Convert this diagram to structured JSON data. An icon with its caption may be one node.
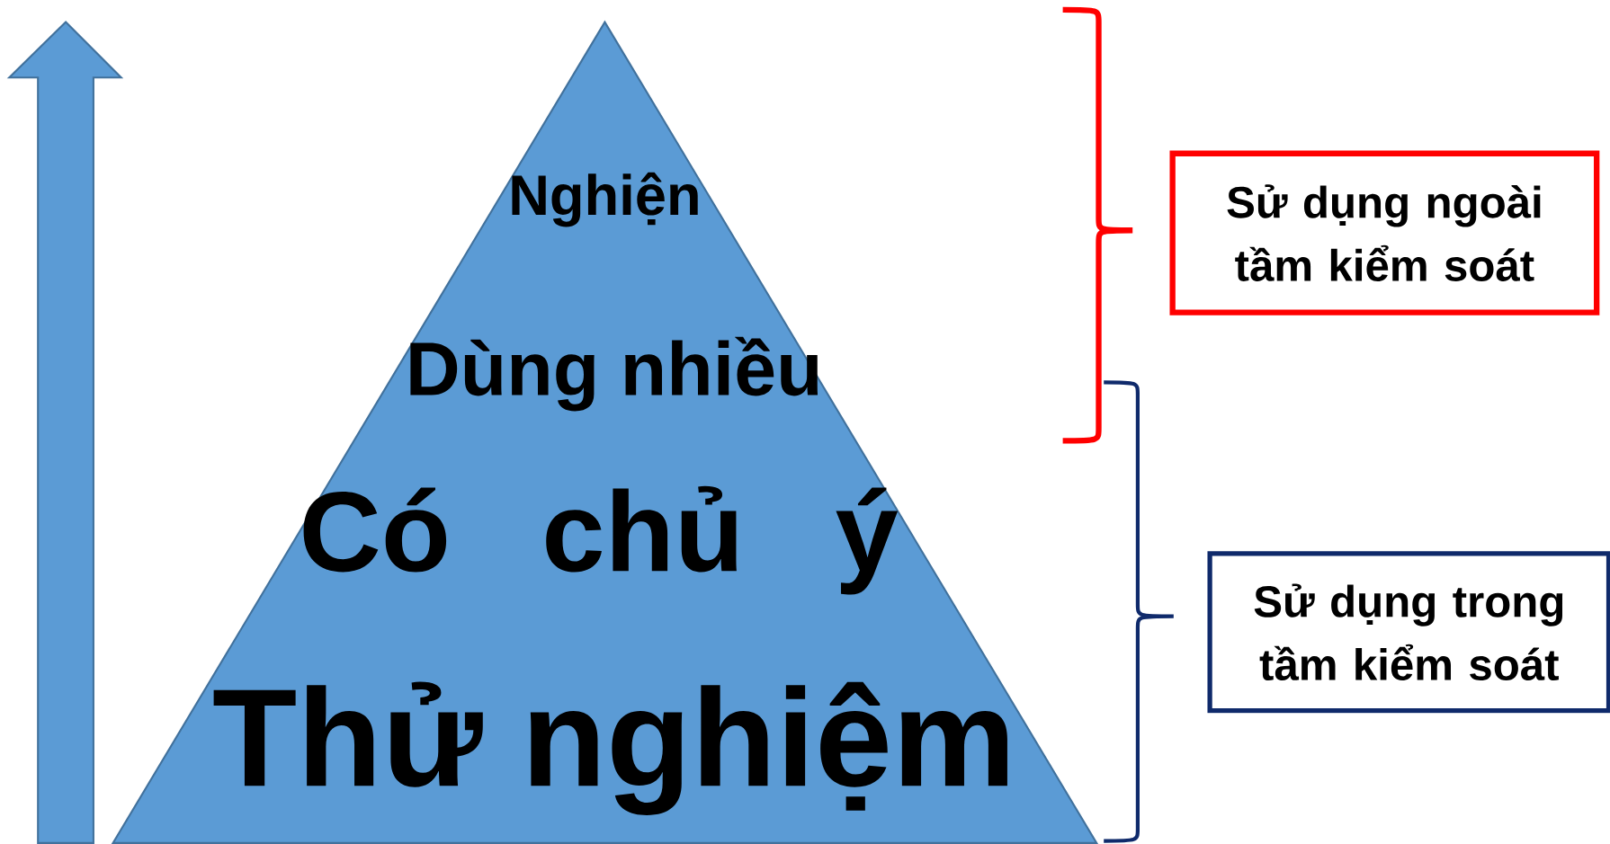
{
  "diagram": {
    "nodes": [
      {
        "text": [
          "Nghiện",
          "Dùng nhiều",
          "Có chủ ý",
          "Thử nghiệm"
        ]
      },
      {
        "text": [
          "Sử dụng ngoài tầm kiểm soát"
        ]
      },
      {
        "text": [
          "Sử dụng trong tầm kiểm soát"
        ]
      }
    ]
  }
}
